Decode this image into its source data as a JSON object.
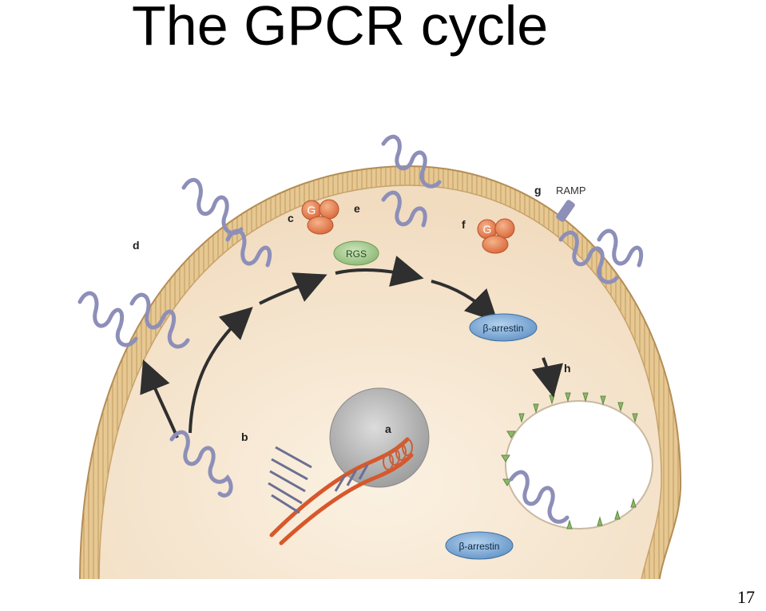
{
  "slide": {
    "title": "The GPCR cycle",
    "page_number": "17"
  },
  "diagram": {
    "panel_labels": {
      "a": "a",
      "b": "b",
      "c": "c",
      "d": "d",
      "e": "e",
      "f": "f",
      "g": "g",
      "h": "h"
    },
    "g_protein_label_c": "G",
    "g_protein_label_f": "G",
    "rgs_label": "RGS",
    "ramp_label": "RAMP",
    "arrestin_upper_label": "β-arrestin",
    "arrestin_lower_label": "β-arrestin",
    "colors": {
      "membrane": "#e2c48e",
      "membrane_edge": "#c39a5e",
      "cytoplasm": "#f6e8d3",
      "nucleus": "#bdbdbd",
      "dna": "#d6582c",
      "receptor": "#8d8fb8",
      "g_protein": "#e2824f",
      "rgs": "#a8cc94",
      "arrestin": "#7aa8d6",
      "vesicle_receptor": "#8fb86a",
      "arrow": "#2f2f2f"
    }
  }
}
